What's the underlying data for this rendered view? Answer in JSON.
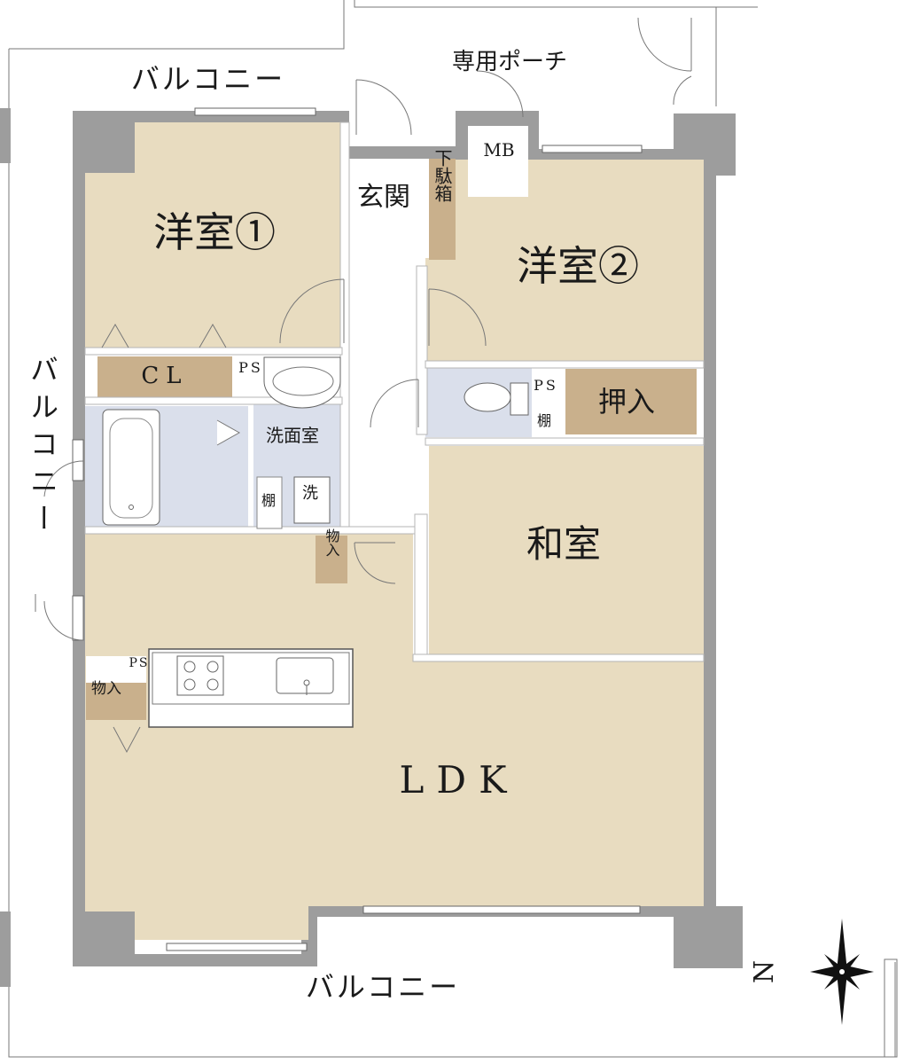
{
  "colors": {
    "room_beige": "#e8dcc0",
    "storage_brown": "#c9b08c",
    "wet_blue": "#dadfeb",
    "wall_gray": "#9d9d9d",
    "hall_white": "#ffffff"
  },
  "labels": {
    "balcony_top": "バルコニー",
    "balcony_left": "バルコニー",
    "balcony_bottom": "バルコニー",
    "porch": "専用ポーチ",
    "mb": "MB",
    "entrance": "玄関",
    "shoe_box": "下駄箱",
    "western_room_1": "洋室①",
    "western_room_2": "洋室②",
    "closet": "CL",
    "ps_1": "PS",
    "ps_2": "PS",
    "ps_3": "PS",
    "washroom": "洗面室",
    "shelf_1": "棚",
    "shelf_2": "棚",
    "washer": "洗",
    "storage_1": "物入",
    "storage_2": "物入",
    "oshiire": "押入",
    "japanese_room": "和室",
    "ldk": "LDK",
    "north": "N"
  },
  "icons": [
    "bathtub-icon",
    "washbasin-icon",
    "toilet-icon",
    "gas-stove-icon",
    "kitchen-sink-icon",
    "compass-icon"
  ]
}
